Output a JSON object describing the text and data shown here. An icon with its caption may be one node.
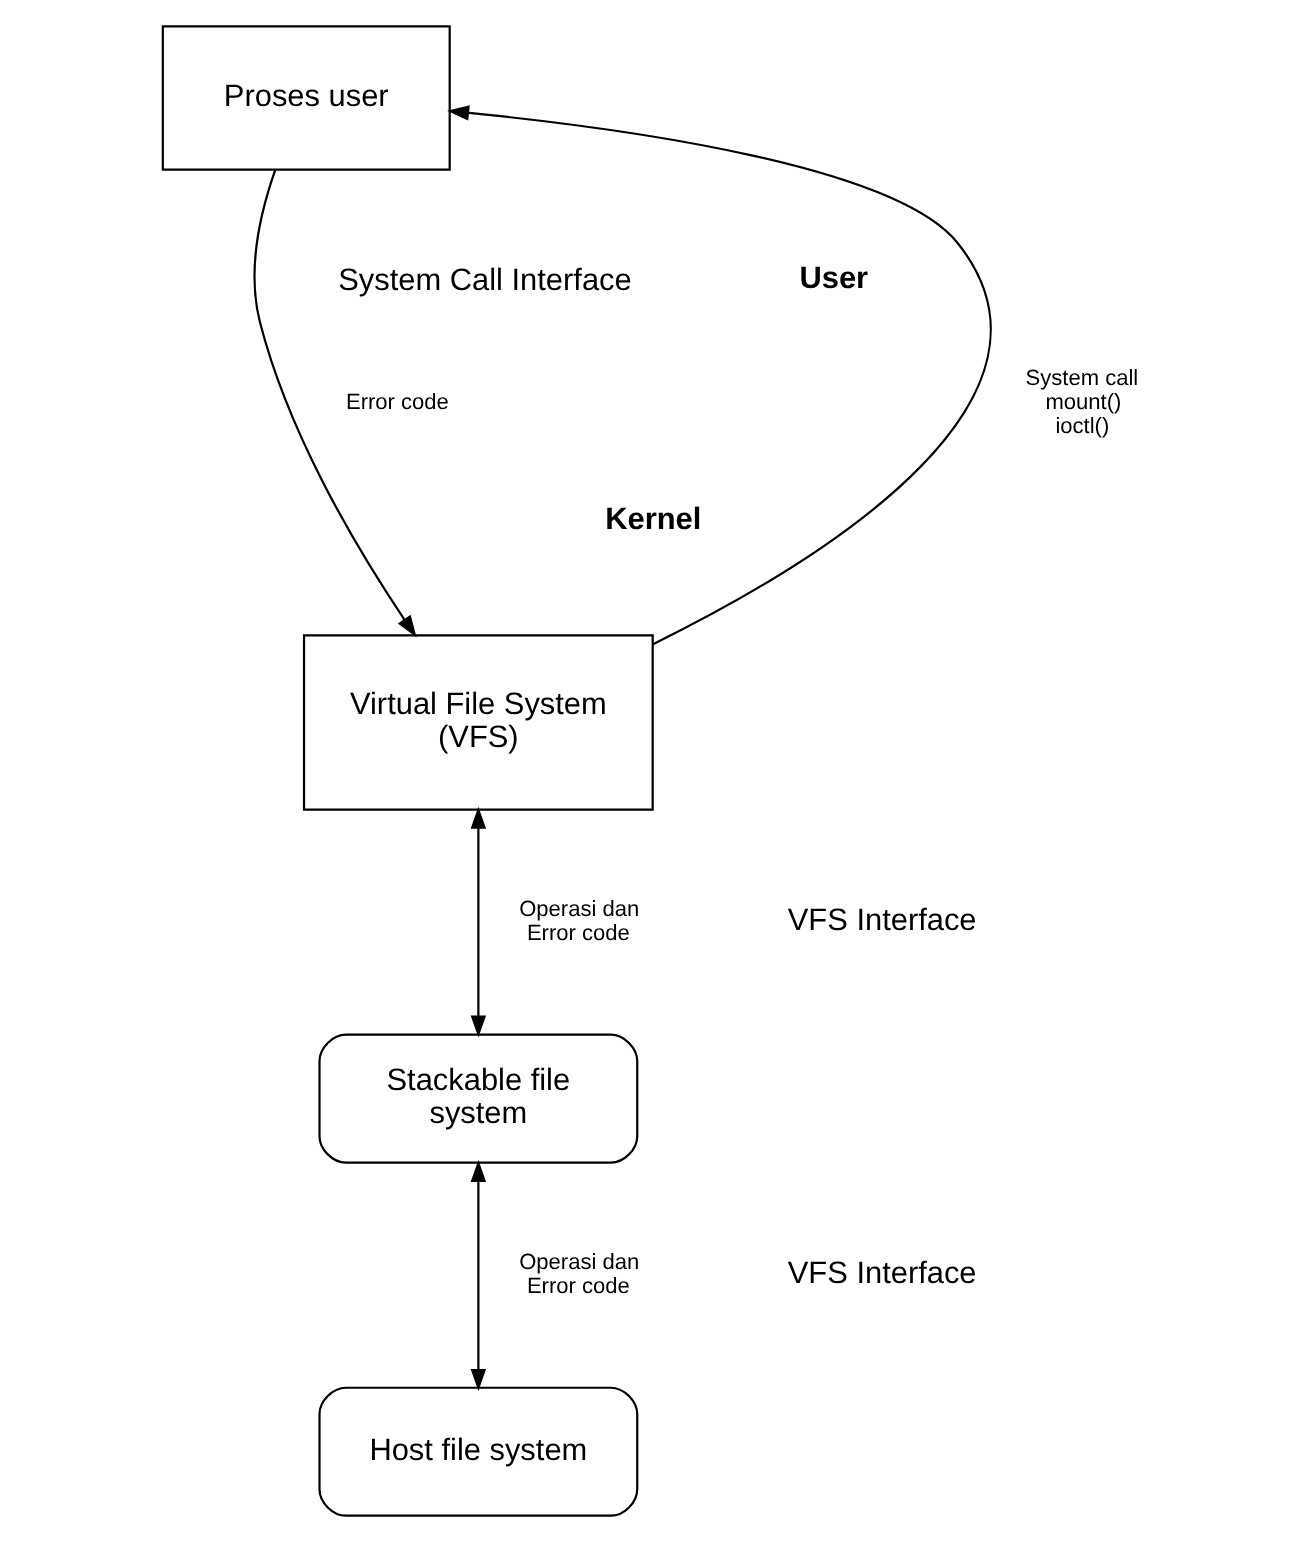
{
  "diagram": {
    "nodes": [
      {
        "text": [
          "Proses user"
        ]
      },
      {
        "text": [
          "Virtual File System (VFS)"
        ]
      },
      {
        "text": [
          "Stackable file system"
        ]
      },
      {
        "text": [
          "Host file system"
        ]
      }
    ],
    "edges": [
      {
        "from": 1,
        "to": 0,
        "arrow": "to",
        "label": "System call mount() ioctl()"
      },
      {
        "from": 0,
        "to": 1,
        "arrow": "to",
        "label": "Error code"
      },
      {
        "from": 1,
        "to": 2,
        "arrow": "both",
        "label": "Operasi dan Error code"
      },
      {
        "from": 2,
        "to": 3,
        "arrow": "both",
        "label": "Operasi dan Error code"
      }
    ],
    "labels": [
      "System Call Interface",
      "User",
      "Kernel",
      "VFS Interface",
      "VFS Interface"
    ]
  }
}
